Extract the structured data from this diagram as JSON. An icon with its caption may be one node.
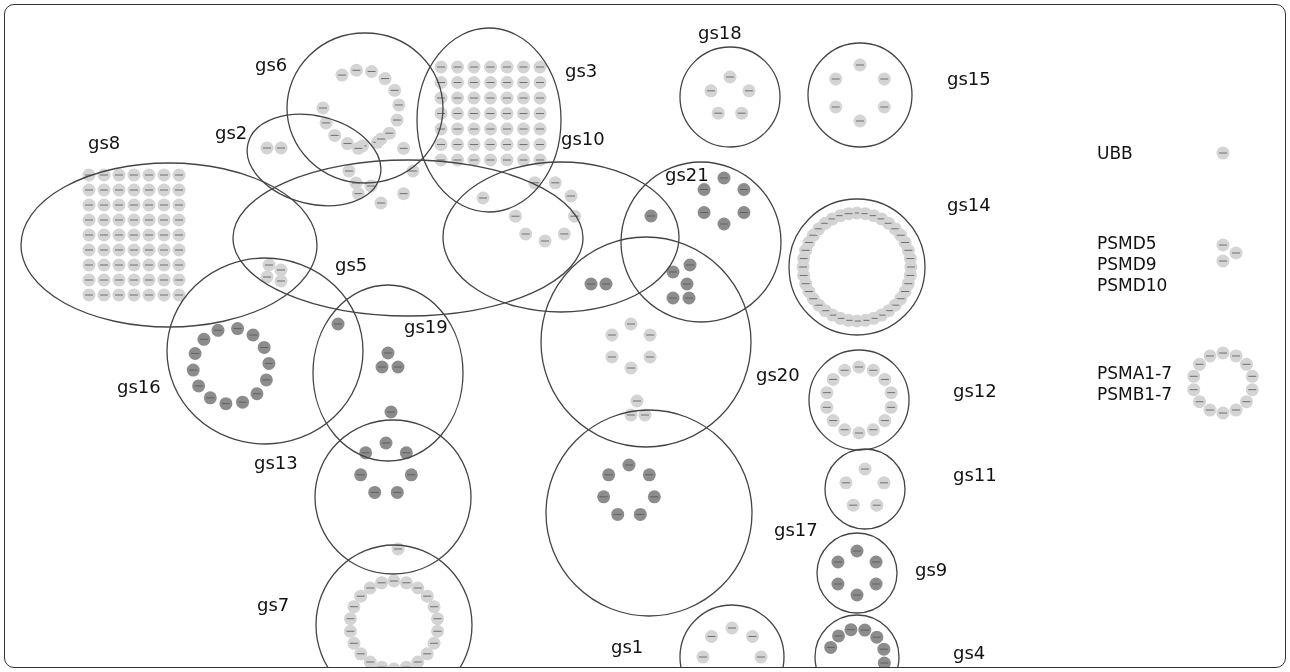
{
  "diagram": {
    "nodes": [
      {
        "text": [
          "gs18"
        ]
      },
      {
        "text": [
          "gs6"
        ]
      },
      {
        "text": [
          "gs3"
        ]
      },
      {
        "text": [
          "gs15"
        ]
      },
      {
        "text": [
          "gs2"
        ]
      },
      {
        "text": [
          "gs8"
        ]
      },
      {
        "text": [
          "gs10"
        ]
      },
      {
        "text": [
          "gs21"
        ]
      },
      {
        "text": [
          "gs14"
        ]
      },
      {
        "text": [
          "gs5"
        ]
      },
      {
        "text": [
          "gs19"
        ]
      },
      {
        "text": [
          "gs12"
        ]
      },
      {
        "text": [
          "gs20"
        ]
      },
      {
        "text": [
          "gs16"
        ]
      },
      {
        "text": [
          "gs11"
        ]
      },
      {
        "text": [
          "gs13"
        ]
      },
      {
        "text": [
          "gs17"
        ]
      },
      {
        "text": [
          "gs9"
        ]
      },
      {
        "text": [
          "gs7"
        ]
      },
      {
        "text": [
          "gs4"
        ]
      },
      {
        "text": [
          "gs1"
        ]
      }
    ],
    "legend": [
      {
        "text": "UBB"
      },
      {
        "text": "PSMD5 PSMD9 PSMD10"
      },
      {
        "text": "PSMA1-7 PSMB1-7"
      }
    ]
  }
}
